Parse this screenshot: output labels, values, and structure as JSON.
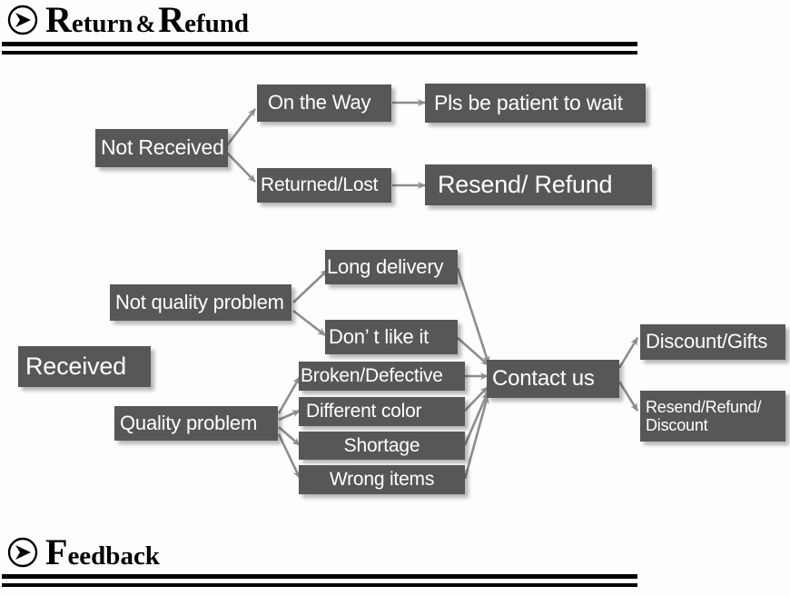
{
  "page": {
    "background_color": "#fdfdfd",
    "node_color": "#575757",
    "node_text_color": "#ffffff",
    "arrow_color": "#8a8a8a",
    "rule_color": "#000000"
  },
  "header": {
    "icon": "circled-arrow-icon",
    "title_full": "Return & Refund",
    "title_parts": {
      "cap1": "R",
      "rest1": "eturn",
      "amp": "&",
      "cap2": "R",
      "rest2": "efund"
    }
  },
  "footer": {
    "icon": "circled-arrow-icon",
    "title_full": "Feedback",
    "title_parts": {
      "cap1": "F",
      "rest1": "eedback"
    }
  },
  "flow_not_received": {
    "root": "Not Received",
    "branches": [
      {
        "label": "On the Way",
        "result": "Pls be patient to wait"
      },
      {
        "label": "Returned/Lost",
        "result": "Resend/ Refund"
      }
    ]
  },
  "flow_received": {
    "root": "Received",
    "categories": [
      {
        "label": "Not quality problem",
        "reasons": [
          "Long delivery",
          "Don’  t like it"
        ]
      },
      {
        "label": "Quality problem",
        "reasons": [
          "Broken/Defective",
          "Different color",
          "Shortage",
          "Wrong items"
        ]
      }
    ],
    "hub": "Contact us",
    "outcomes": [
      {
        "label": "Discount/Gifts"
      },
      {
        "label_line1": "Resend/Refund/",
        "label_line2": "Discount"
      }
    ]
  }
}
